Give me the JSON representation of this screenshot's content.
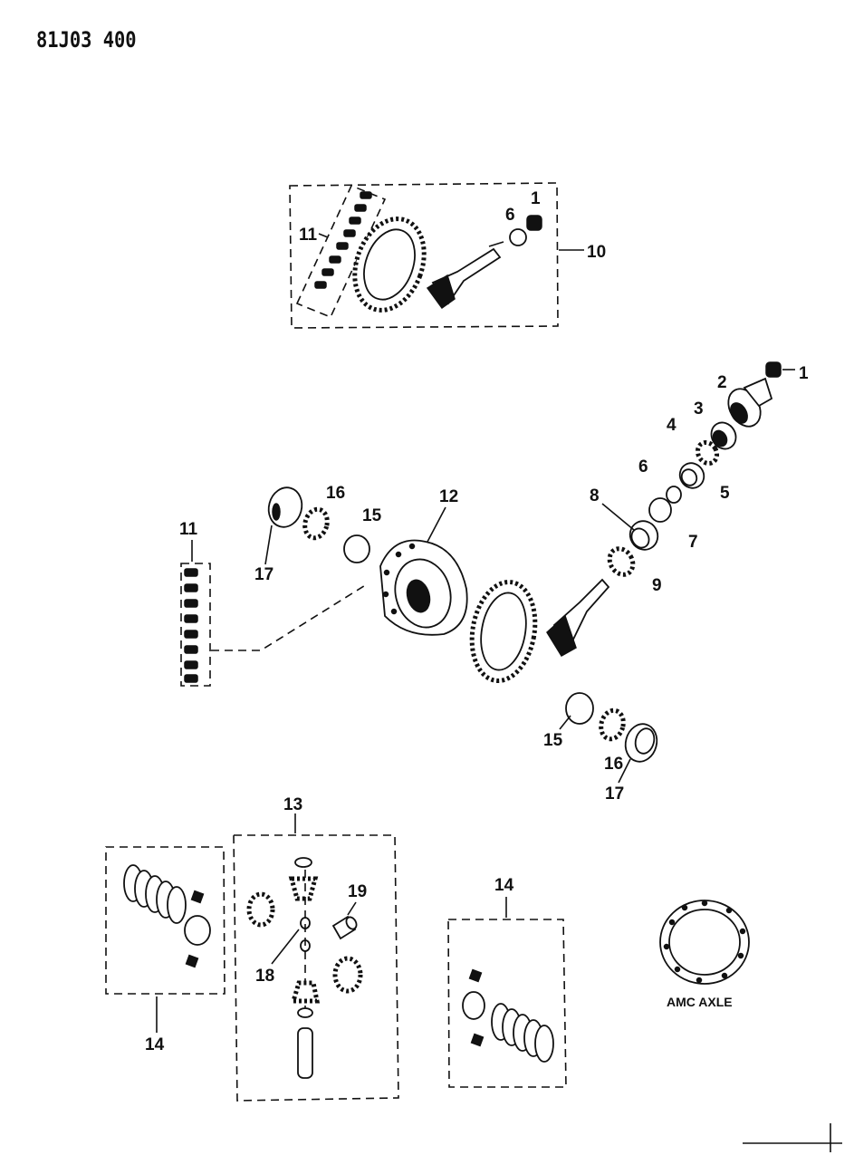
{
  "header": {
    "code": "81J03 400"
  },
  "callouts": {
    "top": {
      "c1": "1",
      "c6": "6",
      "c10": "10",
      "c11": "11"
    },
    "mid": {
      "c1": "1",
      "c2": "2",
      "c3": "3",
      "c4": "4",
      "c5": "5",
      "c6": "6",
      "c7": "7",
      "c8": "8",
      "c9": "9",
      "c11": "11",
      "c12": "12",
      "c15a": "15",
      "c16a": "16",
      "c17a": "17",
      "c15b": "15",
      "c16b": "16",
      "c17b": "17"
    },
    "bottom": {
      "c13": "13",
      "c14a": "14",
      "c14b": "14",
      "c18": "18",
      "c19": "19"
    }
  },
  "gasket_caption": "AMC AXLE"
}
